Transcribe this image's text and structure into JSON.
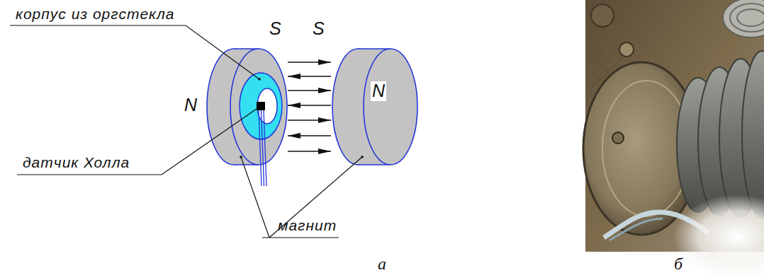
{
  "diagram": {
    "nodes": [
      {
        "text": [
          "N",
          "S"
        ]
      },
      {
        "text": [
          "S",
          "N"
        ]
      }
    ],
    "edges": [
      {
        "from": 0,
        "to": 1,
        "arrow": "to"
      },
      {
        "from": 1,
        "to": 0,
        "arrow": "to"
      },
      {
        "from": 0,
        "to": 1,
        "arrow": "to"
      },
      {
        "from": 1,
        "to": 0,
        "arrow": "to"
      },
      {
        "from": 0,
        "to": 1,
        "arrow": "to"
      },
      {
        "from": 1,
        "to": 0,
        "arrow": "to"
      },
      {
        "from": 0,
        "to": 1,
        "arrow": "to"
      }
    ],
    "labels": [
      "корпус из оргстекла",
      "датчик Холла",
      "магнит",
      "а",
      "б"
    ]
  }
}
